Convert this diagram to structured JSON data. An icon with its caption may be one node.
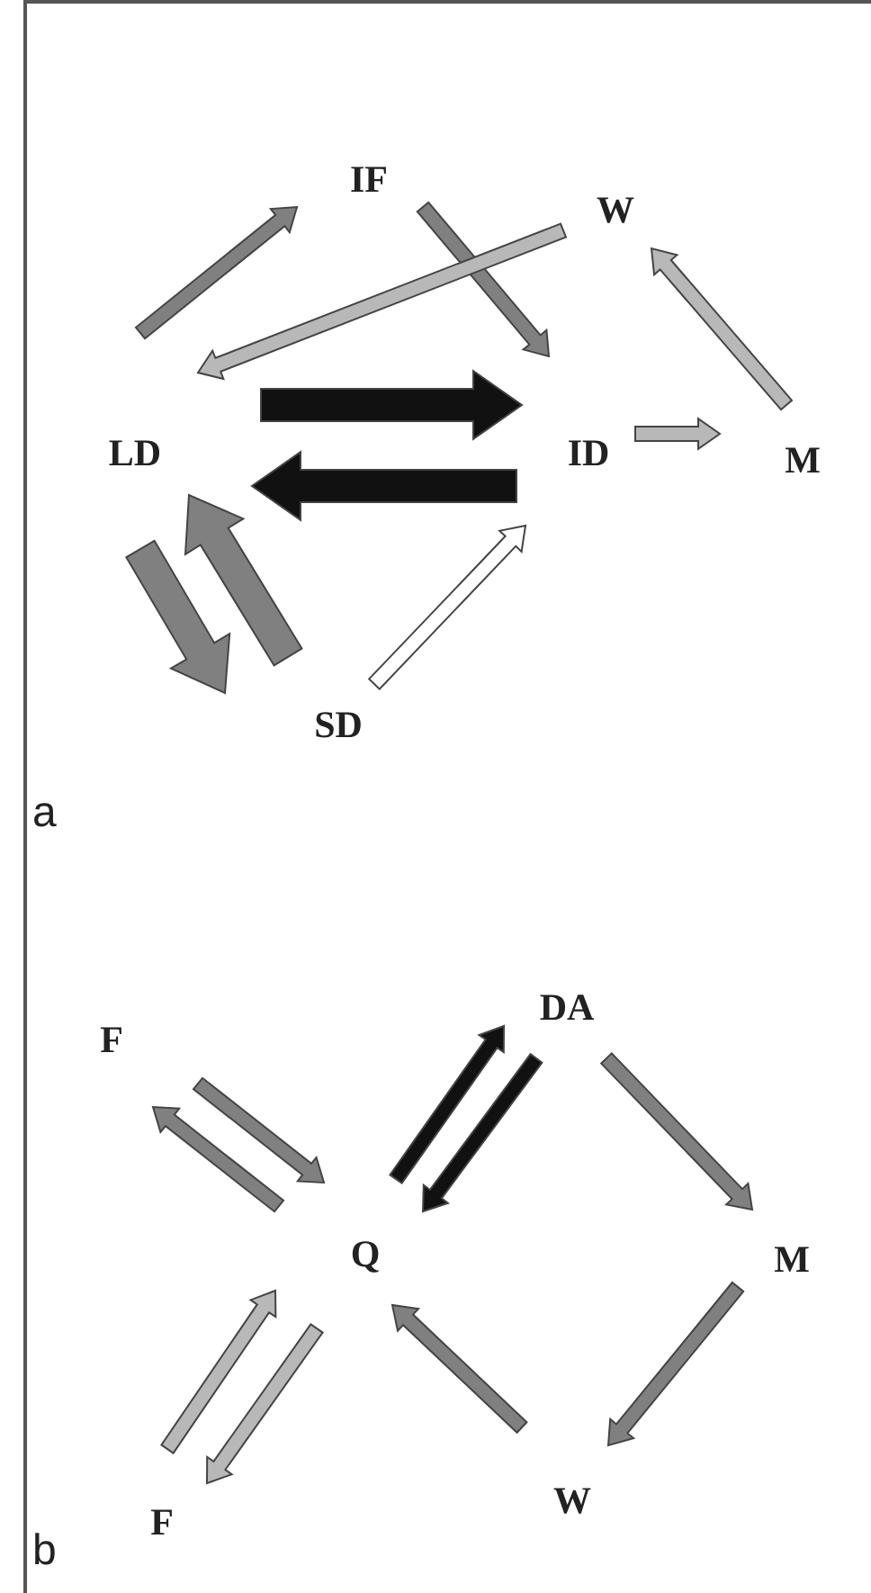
{
  "diagram": {
    "nodes": [
      {
        "text": [
          "IF"
        ]
      },
      {
        "text": [
          "W"
        ]
      },
      {
        "text": [
          "LD"
        ]
      },
      {
        "text": [
          "ID"
        ]
      },
      {
        "text": [
          "M"
        ]
      },
      {
        "text": [
          "SD"
        ]
      },
      {
        "text": [
          "F"
        ]
      },
      {
        "text": [
          "DA"
        ]
      },
      {
        "text": [
          "Q"
        ]
      },
      {
        "text": [
          "M"
        ]
      },
      {
        "text": [
          "W"
        ]
      },
      {
        "text": [
          "F"
        ]
      }
    ],
    "edges": [
      {
        "from": 2,
        "to": 0,
        "arrow": "to"
      },
      {
        "from": 0,
        "to": 3,
        "arrow": "to"
      },
      {
        "from": 1,
        "to": 2,
        "arrow": "to",
        "color": "#b8b8b8"
      },
      {
        "from": 4,
        "to": 1,
        "arrow": "to",
        "color": "#b8b8b8"
      },
      {
        "from": 2,
        "to": 3,
        "arrow": "to",
        "style": "thick",
        "color": "#111111"
      },
      {
        "from": 3,
        "to": 2,
        "arrow": "to",
        "style": "thick",
        "color": "#111111"
      },
      {
        "from": 3,
        "to": 4,
        "arrow": "to",
        "color": "#b8b8b8"
      },
      {
        "from": 2,
        "to": 5,
        "arrow": "to",
        "style": "thick"
      },
      {
        "from": 5,
        "to": 2,
        "arrow": "to",
        "style": "thick"
      },
      {
        "from": 5,
        "to": 3,
        "arrow": "to",
        "color": "#ffffff"
      },
      {
        "from": 6,
        "to": 8,
        "arrow": "to"
      },
      {
        "from": 8,
        "to": 6,
        "arrow": "to"
      },
      {
        "from": 8,
        "to": 7,
        "arrow": "to",
        "color": "#111111"
      },
      {
        "from": 7,
        "to": 8,
        "arrow": "to",
        "color": "#111111"
      },
      {
        "from": 7,
        "to": 9,
        "arrow": "to"
      },
      {
        "from": 9,
        "to": 10,
        "arrow": "to"
      },
      {
        "from": 10,
        "to": 8,
        "arrow": "to"
      },
      {
        "from": 11,
        "to": 8,
        "arrow": "to",
        "color": "#b8b8b8"
      },
      {
        "from": 8,
        "to": 11,
        "arrow": "to",
        "color": "#b8b8b8"
      }
    ],
    "labels": [
      "a",
      "b"
    ]
  }
}
